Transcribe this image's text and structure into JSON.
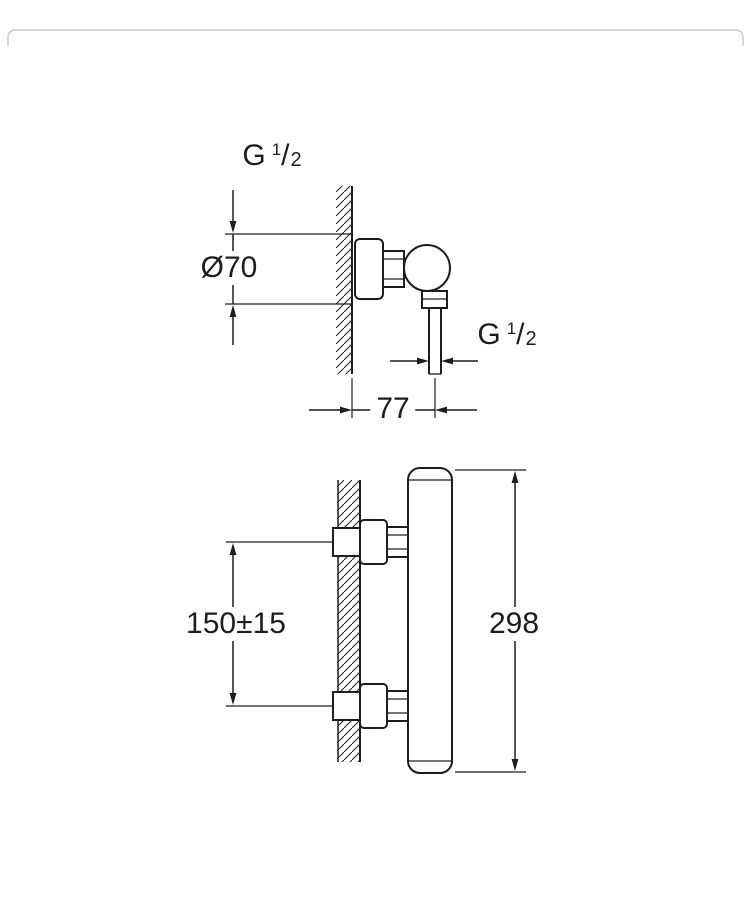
{
  "page": {
    "background": "#ffffff",
    "line_color": "#1d1d1b",
    "frame_color": "#cccccc"
  },
  "drawing": {
    "type": "technical-dimension-drawing",
    "views": 2,
    "labels": {
      "thread_top": {
        "g": "G",
        "numerator": "1",
        "slash": "/",
        "denominator": "2"
      },
      "thread_outlet": {
        "g": "G",
        "numerator": "1",
        "slash": "/",
        "denominator": "2"
      },
      "escutcheon_diameter": "Ø70",
      "wall_to_outlet": "77",
      "inlet_spacing": "150±15",
      "body_height": "298"
    }
  }
}
